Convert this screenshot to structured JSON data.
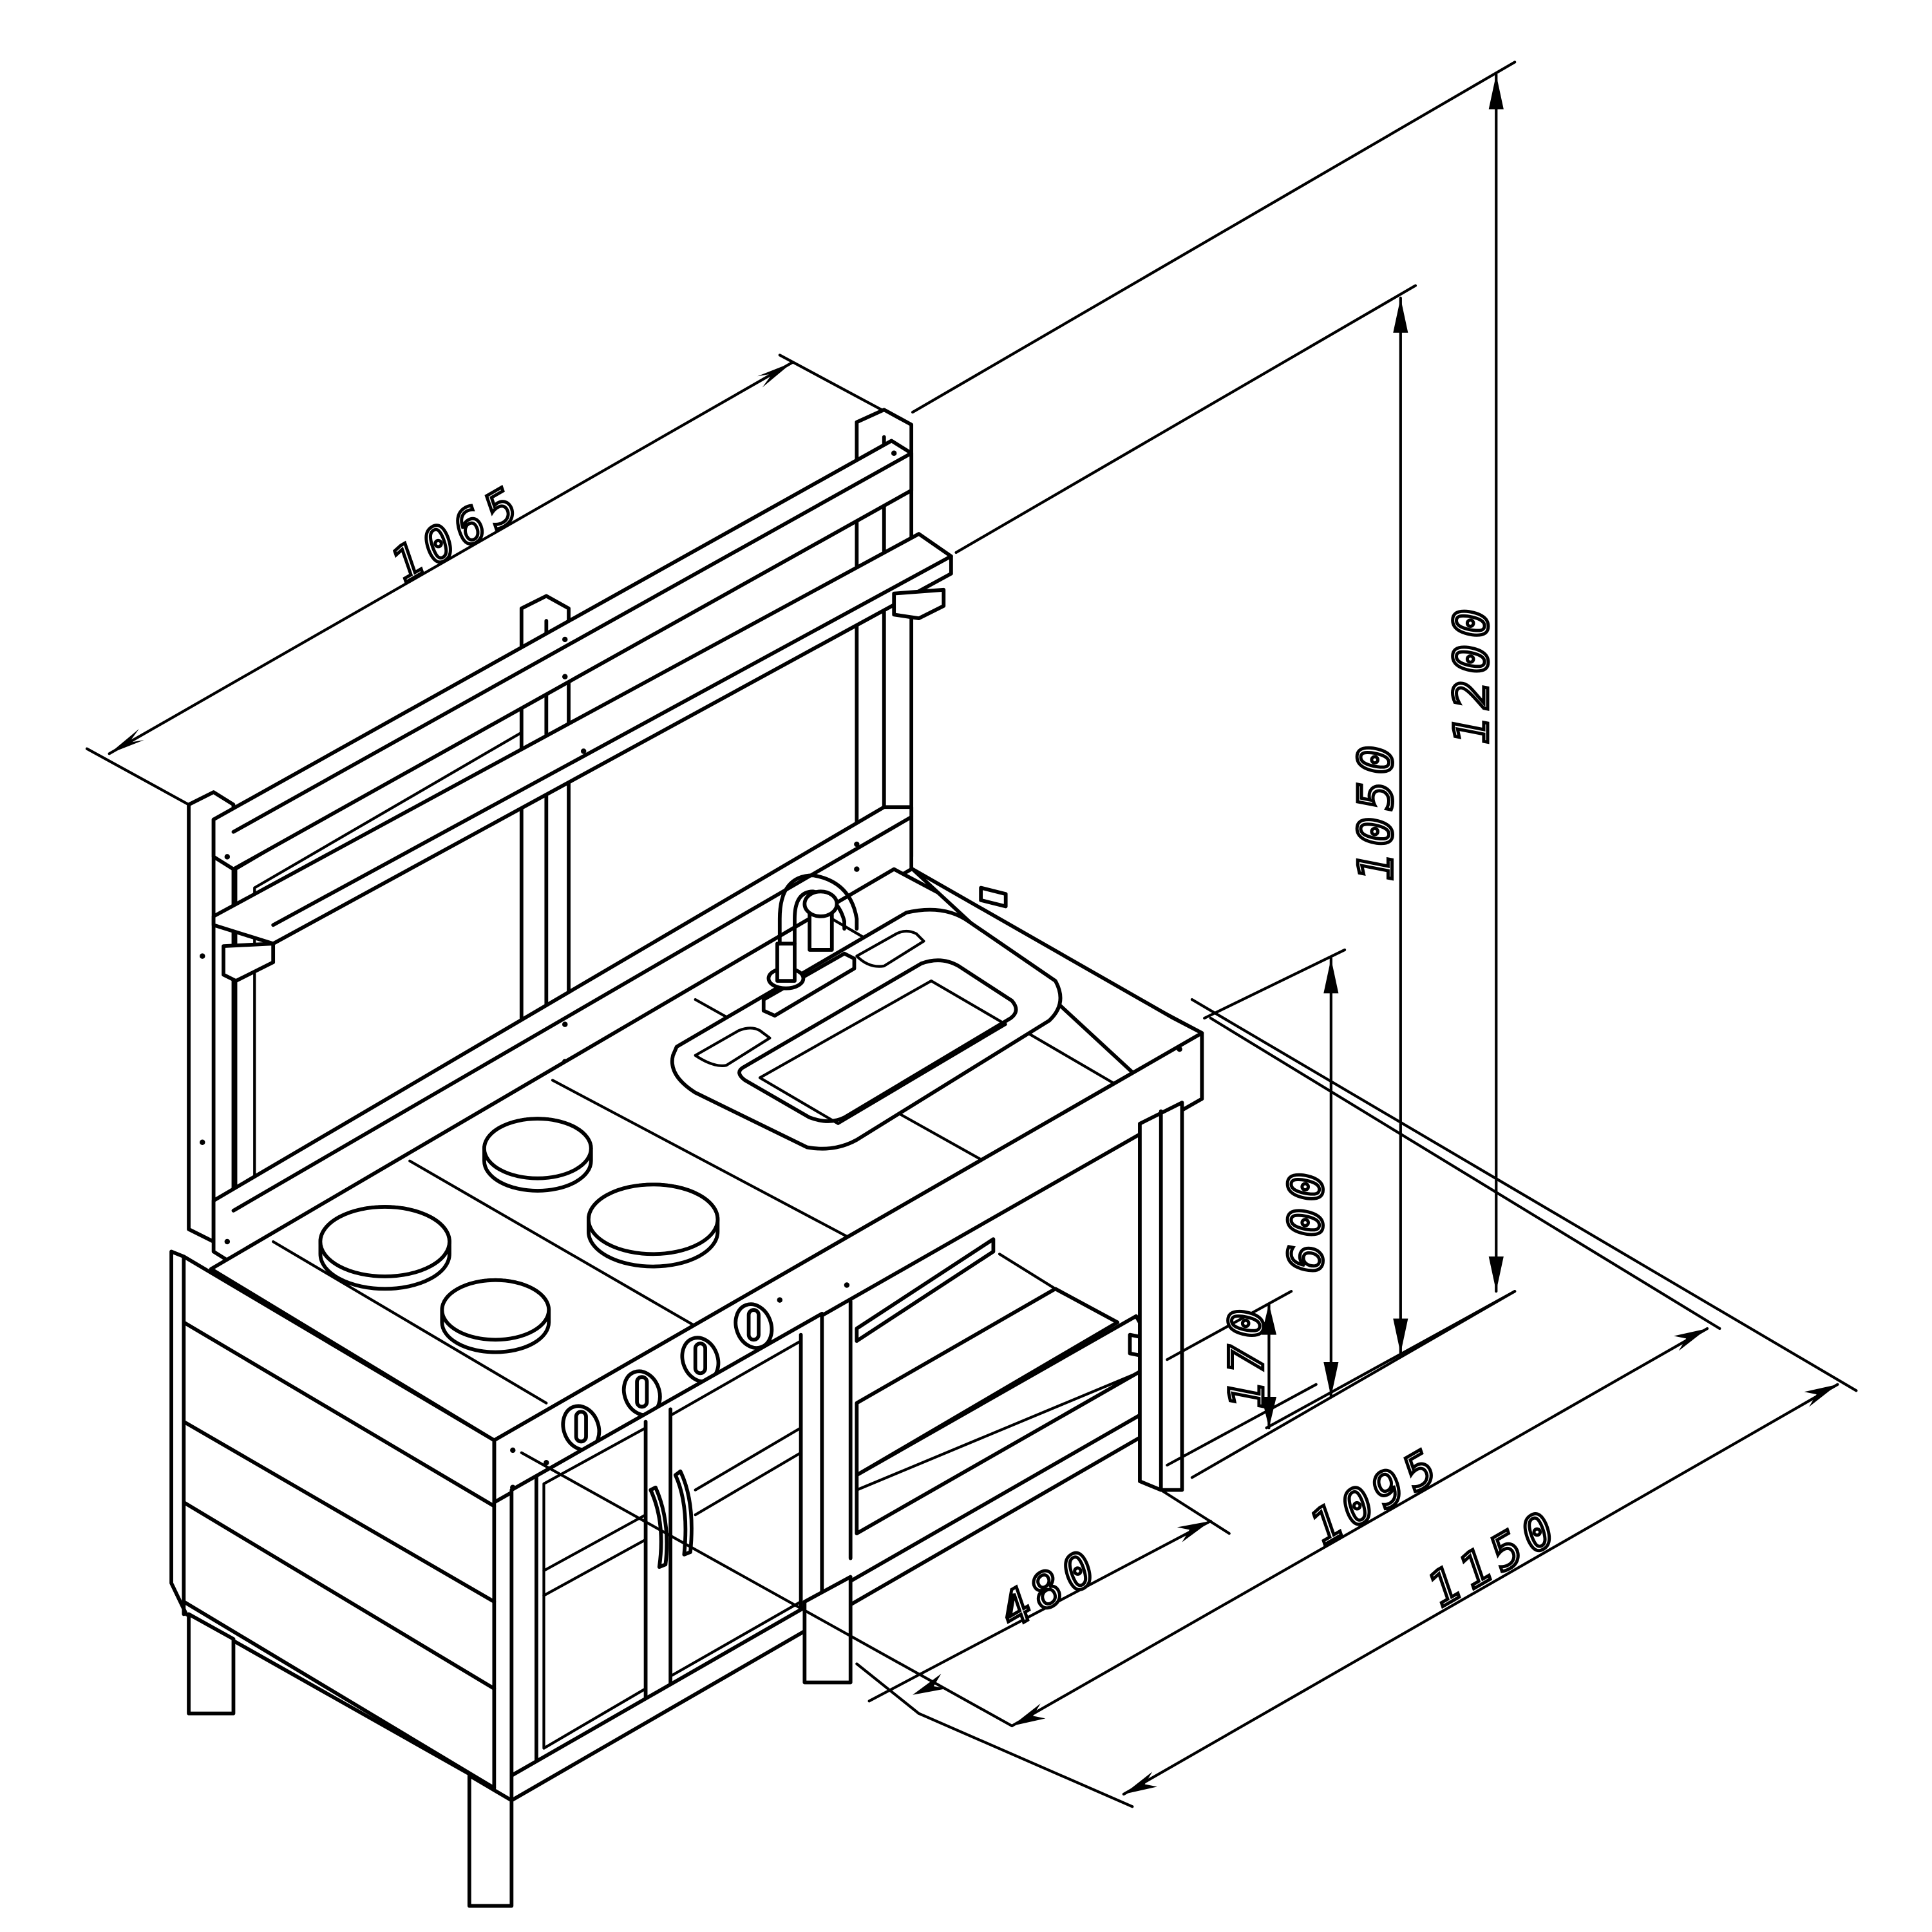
{
  "drawing": {
    "subject": "Outdoor wooden play kitchen with sink, faucet, four hob plates, four control knobs, double cabinet doors, upper shelf and lower shelf",
    "units": "mm",
    "line_color": "#000000",
    "background_color": "#ffffff"
  },
  "dimensions": {
    "top_width": "1065",
    "overall_height": "1200",
    "shelf_height": "1050",
    "counter_height": "600",
    "lower_shelf_height": "170",
    "depth": "480",
    "width_body": "1095",
    "width_overall": "1150"
  },
  "components": {
    "hob_plates": 4,
    "control_knobs": 4,
    "cabinet_doors": 2,
    "door_handles": 2,
    "sink": 1,
    "faucet": 1
  }
}
